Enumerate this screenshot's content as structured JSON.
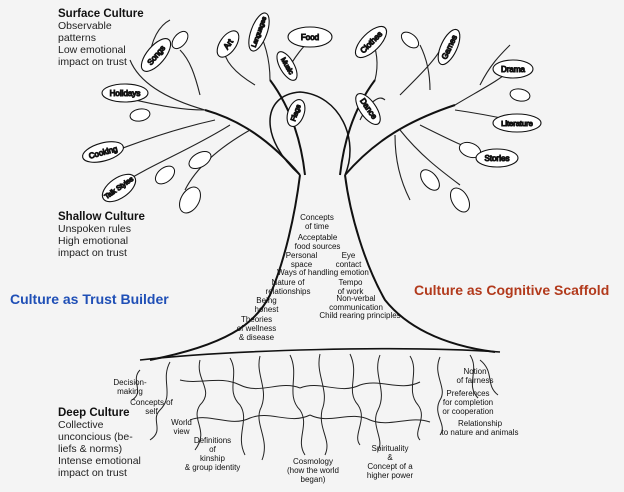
{
  "surface": {
    "title": "Surface Culture",
    "lines": [
      "Observable",
      "patterns",
      "Low emotional",
      "impact on trust"
    ]
  },
  "shallow": {
    "title": "Shallow Culture",
    "lines": [
      "Unspoken rules",
      "High emotional",
      "impact on trust"
    ]
  },
  "deep": {
    "title": "Deep Culture",
    "lines": [
      "Collective",
      "unconcious (be-",
      "liefs & norms)",
      "Intense emotional",
      "impact on trust"
    ]
  },
  "left_caption": "Culture as Trust Builder",
  "right_caption": "Culture as Cognitive Scaffold",
  "leaves": [
    "Food",
    "Languages",
    "Art",
    "Songs",
    "Holidays",
    "Music",
    "Flags",
    "Clothes",
    "Games",
    "Drama",
    "Dance",
    "Literature",
    "Stories",
    "Cooking",
    "Talk Styles"
  ],
  "trunk_labels": {
    "time": "Concepts\nof time",
    "food": "Acceptable\nfood sources",
    "space": "Personal\nspace",
    "eye": "Eye\ncontact",
    "emotion": "Ways of handling emotion",
    "relationships": "Nature of\nrelationships",
    "tempo": "Tempo\nof work",
    "honest": "Being\nhonest",
    "nonverbal": "Non-verbal\ncommunication",
    "child": "Child rearing principles",
    "wellness": "Theories\nof wellness\n& disease"
  },
  "root_labels": {
    "decision": "Decision-\nmaking",
    "self": "Concepts of\nself",
    "world": "World\nview",
    "kinship": "Definitions\nof\nkinship\n& group identity",
    "cosmology": "Cosmology\n(how the world\nbegan)",
    "spirituality": "Spirituality\n&\nConcept of a\nhigher power",
    "fairness": "Notion\nof fairness",
    "preferences": "Preferences\nfor completion\nor cooperation",
    "nature": "Relationship\nto nature and animals"
  }
}
